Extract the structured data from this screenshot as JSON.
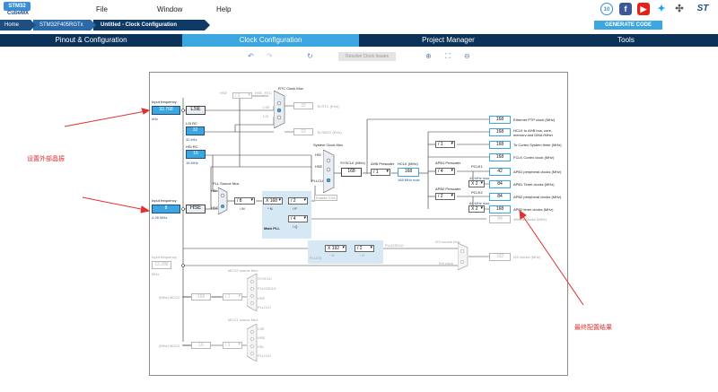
{
  "app": {
    "logo_top": "STM32",
    "logo_bottom": "CubeMX",
    "menu": [
      "File",
      "Window",
      "Help"
    ]
  },
  "breadcrumb": [
    "Home",
    "STM32F405RGTx",
    "Untitled - Clock Configuration"
  ],
  "generate_label": "GENERATE CODE",
  "tabs": [
    "Pinout & Configuration",
    "Clock Configuration",
    "Project Manager",
    "Tools"
  ],
  "toolbar": {
    "resolve_label": "Resolve Clock Issues"
  },
  "clock": {
    "input_freq_label": "Input frequency",
    "lse": {
      "value": "32.768",
      "unit": "kHz",
      "label": "LSE"
    },
    "lsi": {
      "title": "LSI RC",
      "value": "32",
      "unit": "32 kHz"
    },
    "hsi": {
      "title": "HSI RC",
      "value": "16",
      "unit": "16 MHz"
    },
    "hse": {
      "value": "8",
      "range": "4-26 MHz",
      "label": "HSE"
    },
    "ext": {
      "value": "12.288",
      "unit": "MHz"
    },
    "rtc_mux": "RTC Clock Mux",
    "rtc_div": "/ 2",
    "rtc_labels": [
      "HSE",
      "HSE_RTC",
      "LSE",
      "LSI"
    ],
    "to_rtc": "To RTC (KHz)",
    "to_iwdg": "To IWDG (KHz)",
    "rtc_out": "32",
    "iwdg_out": "32",
    "sysclk_mux": "System Clock Mux",
    "sys_labels": [
      "HSI",
      "HSE",
      "PLLCLK"
    ],
    "sysclk_label": "SYSCLK (MHz)",
    "sysclk": "168",
    "ahb_label": "AHB Prescaler",
    "ahb": "/ 1",
    "hclk_label": "HCLK (MHz)",
    "hclk": "168",
    "hclk_max": "168 MHz max",
    "enable_css": "Enable CSS",
    "pll_src_mux": "PLL Source Mux",
    "pll_src_labels": [
      "HSI",
      "HSE"
    ],
    "pllm": "/ 8",
    "pllm_label": "/ M",
    "plln": "X 168",
    "plln_label": "* N",
    "pllp": "/ 2",
    "pllp_label": "/ P",
    "pllq": "/ 4",
    "pllq_label": "/ Q",
    "main_pll": "Main PLL",
    "plli2s_n": "X 192",
    "plli2s_r": "/ 2",
    "plli2s_n_label": "* N",
    "plli2s_r_label": "/ R",
    "plli2s": "PLLI2S",
    "plli2sclk": "PLLI2SCLK",
    "i2s_mux": "I2S source Mux",
    "ext_clock": "Ext.clock",
    "i2s_out": "192",
    "i2s_label": "I2S clocks (MHz)",
    "apb1_label": "APB1 Prescaler",
    "apb1": "/ 4",
    "apb2_label": "APB2 Prescaler",
    "apb2": "/ 2",
    "cortex_div": "/ 1",
    "pclk1_label": "PCLK1",
    "pclk1_max": "42 MHz max",
    "pclk2_label": "PCLK2",
    "pclk2_max": "84 MHz max",
    "x2a": "X 2",
    "x2b": "X 2",
    "outputs": [
      {
        "value": "168",
        "label": "Ethernet PTP clock (MHz)"
      },
      {
        "value": "168",
        "label": "HCLK to AHB bus, core, memory and DMA (MHz)"
      },
      {
        "value": "168",
        "label": "To Cortex System timer (MHz)"
      },
      {
        "value": "168",
        "label": "FCLK Cortex clock (MHz)"
      },
      {
        "value": "42",
        "label": "APB1 peripheral clocks (MHz)"
      },
      {
        "value": "84",
        "label": "APB1 Timer clocks (MHz)"
      },
      {
        "value": "84",
        "label": "APB2 peripheral clocks (MHz)"
      },
      {
        "value": "168",
        "label": "APB2 timer clocks (MHz)"
      },
      {
        "value": "84",
        "label": "48MHz clocks (MHz)"
      }
    ],
    "mco2_mux": "MCO2 source Mux",
    "mco2_labels": [
      "SYSCLK",
      "PLLI2SCLK",
      "HSE",
      "PLLCLK"
    ],
    "mco2_label": "(MHz) MCO2",
    "mco2_value": "168",
    "mco2_div": "/ 1",
    "mco1_mux": "MCO1 source Mux",
    "mco1_labels": [
      "LSE",
      "HSE",
      "HSI",
      "PLLCLK"
    ],
    "mco1_label": "(MHz) MCO1",
    "mco1_value": "16",
    "mco1_div": "/ 1"
  },
  "annotations": {
    "left": "设置外部晶振",
    "right": "最终配置结果"
  },
  "colors": {
    "accent": "#3ba6e0",
    "navy": "#0d3259",
    "arrow": "#e03030"
  }
}
